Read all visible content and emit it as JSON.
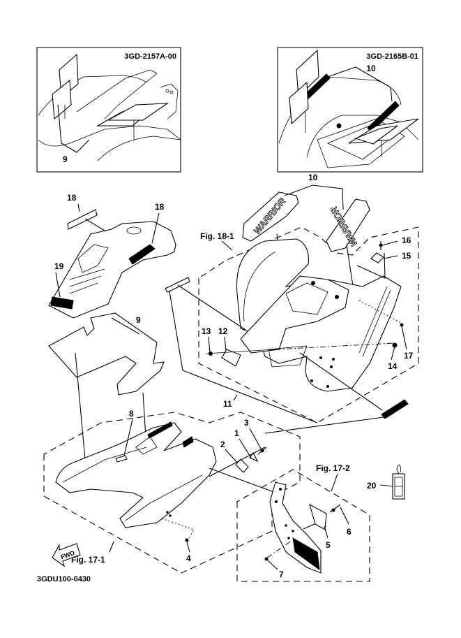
{
  "diagram": {
    "title_code": "3GDU100-0430",
    "inset_left": {
      "code": "3GD-2157A-00",
      "callouts": [
        "9"
      ]
    },
    "inset_right": {
      "code": "3GD-2165B-01",
      "callouts": [
        "10"
      ]
    },
    "figure_labels": {
      "fig_18_1": "Fig. 18-1",
      "fig_17_1": "Fig. 17-1",
      "fig_17_2": "Fig. 17-2"
    },
    "fwd_label": "FWD",
    "decal_text": "WARRIOR",
    "callouts": {
      "c1": "1",
      "c2": "2",
      "c3": "3",
      "c4": "4",
      "c5": "5",
      "c6": "6",
      "c7": "7",
      "c8": "8",
      "c9": "9",
      "c10": "10",
      "c11": "11",
      "c12": "12",
      "c13": "13",
      "c14": "14",
      "c15": "15",
      "c16": "16",
      "c17": "17",
      "c18a": "18",
      "c18b": "18",
      "c19": "19",
      "c20": "20"
    }
  }
}
